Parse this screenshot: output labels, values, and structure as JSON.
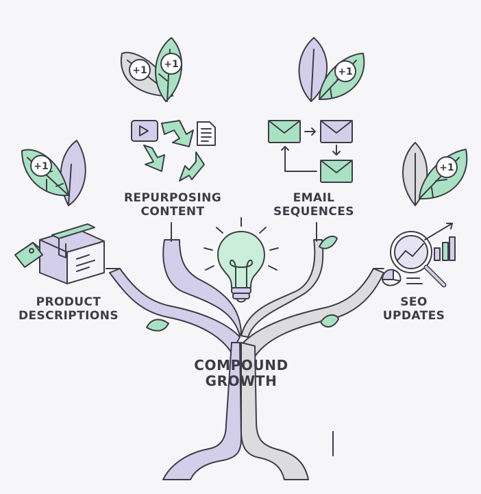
{
  "palette": {
    "ink": "#3c3c46",
    "green": "#a9e2c3",
    "green_light": "#c9efd9",
    "lavender": "#d3cfea",
    "lavender_dark": "#c4bfe0",
    "grey": "#dcdcdf",
    "background": "#f6f6f9"
  },
  "center": {
    "line1": "COMPOUND",
    "line2": "GROWTH",
    "icon": "lightbulb-icon"
  },
  "branches": [
    {
      "id": "product",
      "line1": "PRODUCT",
      "line2": "DESCRIPTIONS",
      "icon": "package-box-icon",
      "badge": "+1"
    },
    {
      "id": "repurposing",
      "line1": "REPURPOSING",
      "line2": "CONTENT",
      "icon": "recycle-icon",
      "badges": [
        "+1",
        "+1"
      ]
    },
    {
      "id": "email",
      "line1": "EMAIL",
      "line2": "SEQUENCES",
      "icon": "email-flow-icon",
      "badge": "+1"
    },
    {
      "id": "seo",
      "line1": "SEO",
      "line2": "UPDATES",
      "icon": "magnifier-chart-icon",
      "badge": "+1"
    }
  ]
}
